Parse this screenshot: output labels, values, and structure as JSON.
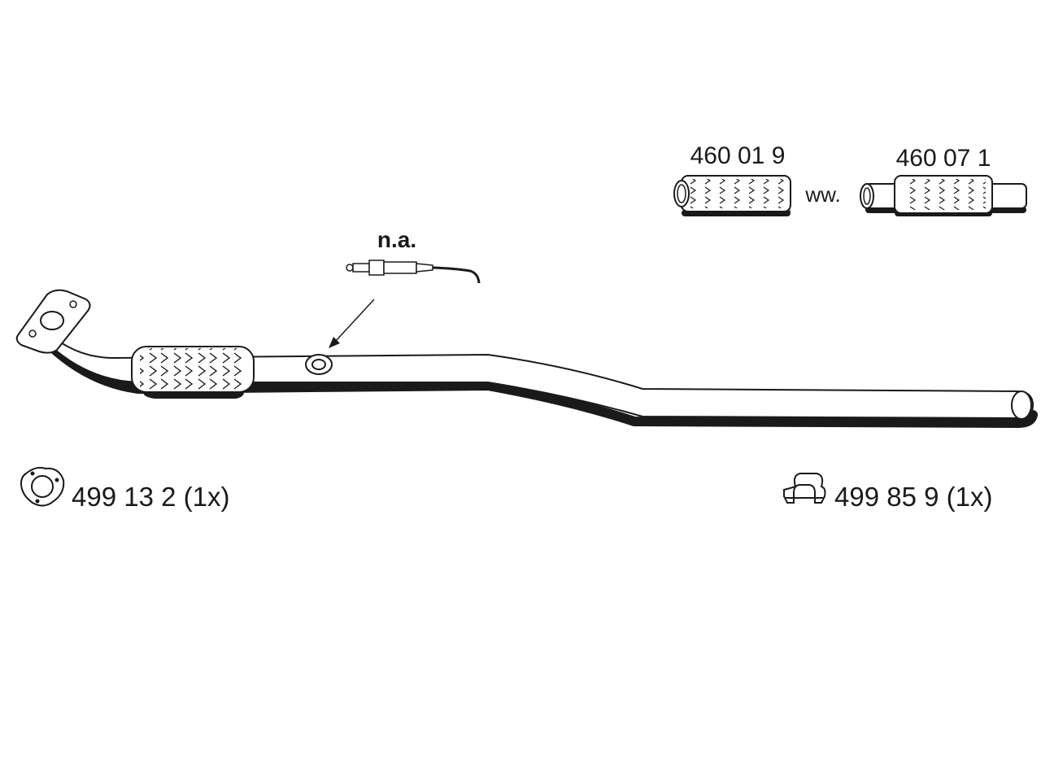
{
  "sensor_label": "n.a.",
  "flex_parts": [
    {
      "part_number": "460 01 9"
    },
    {
      "part_number": "460 07 1"
    }
  ],
  "alternative_label": "ww.",
  "fittings": [
    {
      "part_number": "499 13 2 (1x)",
      "icon": "flange-gasket-icon"
    },
    {
      "part_number": "499 85 9 (1x)",
      "icon": "pipe-clamp-icon"
    }
  ],
  "colors": {
    "line": "#1a1a1a",
    "fill": "#ffffff"
  }
}
